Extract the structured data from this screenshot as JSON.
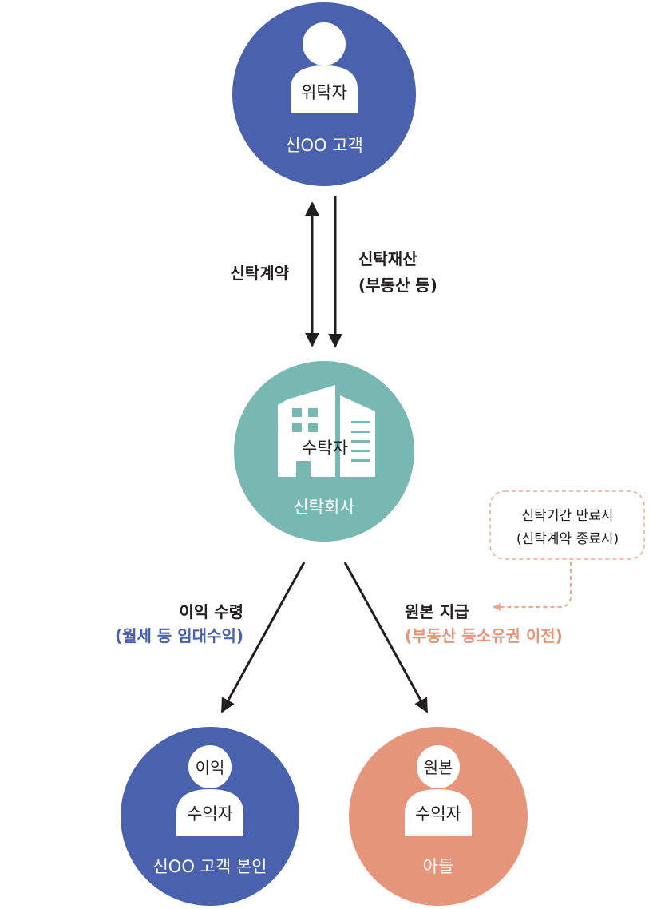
{
  "colors": {
    "blue": "#4a62ad",
    "teal": "#78b8b2",
    "salmon": "#e5967a",
    "dark": "#231f20",
    "dashed": "#f0a88c",
    "white": "#ffffff"
  },
  "nodes": {
    "trustor": {
      "role": "위탁자",
      "name": "신OO 고객"
    },
    "trustee": {
      "role": "수탁자",
      "name": "신탁회사"
    },
    "income_beneficiary": {
      "badge": "이익",
      "role": "수익자",
      "name": "신OO 고객 본인"
    },
    "principal_beneficiary": {
      "badge": "원본",
      "role": "수익자",
      "name": "아들"
    }
  },
  "edges": {
    "contract": {
      "label": "신탁계약"
    },
    "property": {
      "label_line1": "신탁재산",
      "label_line2": "(부동산 등)"
    },
    "income": {
      "label": "이익 수령",
      "sub": "(월세 등 임대수익)"
    },
    "principal": {
      "label": "원본 지급",
      "sub": "(부동산 등소유권 이전)"
    }
  },
  "note": {
    "line1": "신탁기간 만료시",
    "line2": "(신탁계약 종료시)"
  }
}
